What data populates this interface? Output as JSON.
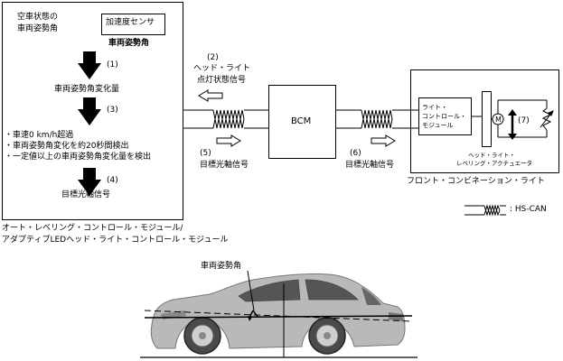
{
  "ecu": {
    "initial_label_line1": "空車状態の",
    "initial_label_line2": "車両姿勢角",
    "sensor_name": "加速度センサ",
    "sensor_output": "車両姿勢角",
    "step1_num": "(1)",
    "step1_result": "車両姿勢角変化量",
    "step3_num": "(3)",
    "conditions": [
      "・車速0 km/h超過",
      "・車両姿勢角変化を約20秒間検出",
      "・一定値以上の車両姿勢角変化量を検出"
    ],
    "step4_num": "(4)",
    "step4_result": "目標光軸信号",
    "name_line1": "オート・レベリング・コントロール・モジュール/",
    "name_line2": "アダプティブLEDヘッド・ライト・コントロール・モジュール"
  },
  "signals": {
    "s2_num": "(2)",
    "s2_line1": "ヘッド・ライト",
    "s2_line2": "点灯状態信号",
    "s5_num": "(5)",
    "s5_label": "目標光軸信号",
    "s6_num": "(6)",
    "s6_label": "目標光軸信号"
  },
  "bcm": {
    "label": "BCM"
  },
  "headlight": {
    "module_line1": "ライト・",
    "module_line2": "コントロール・",
    "module_line3": "モジュール",
    "motor": "M",
    "step7_num": "(7)",
    "actuator_line1": "ヘッド・ライト・",
    "actuator_line2": "レベリング・アクチュエータ",
    "assembly_name": "フロント・コンビネーション・ライト"
  },
  "legend": {
    "label": ": HS-CAN"
  },
  "vehicle": {
    "label": "車両姿勢角"
  }
}
